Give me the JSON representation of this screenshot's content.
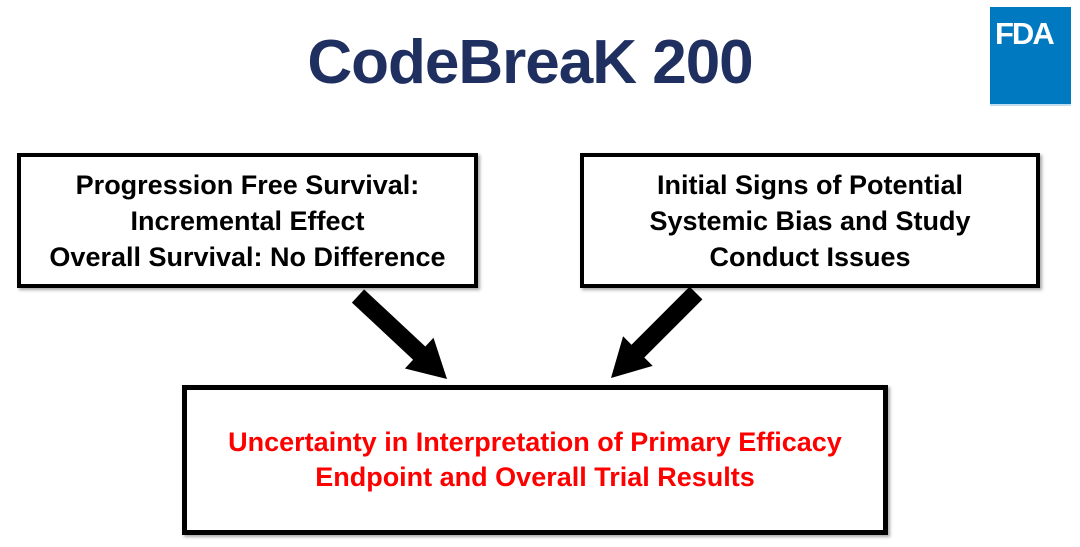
{
  "title": "CodeBreaK 200",
  "logo": {
    "text": "FDA"
  },
  "boxes": {
    "left": {
      "lines": [
        "Progression Free Survival:",
        "Incremental Effect",
        "Overall Survival: No Difference"
      ]
    },
    "right": {
      "lines": [
        "Initial Signs of Potential",
        "Systemic Bias and Study",
        "Conduct Issues"
      ]
    },
    "bottom": {
      "lines": [
        "Uncertainty in Interpretation of Primary Efficacy",
        "Endpoint and Overall Trial Results"
      ]
    }
  },
  "colors": {
    "title_navy": "#1f3060",
    "fda_blue": "#0079c1",
    "emphasis_red": "#ff0000",
    "border_black": "#000000"
  }
}
